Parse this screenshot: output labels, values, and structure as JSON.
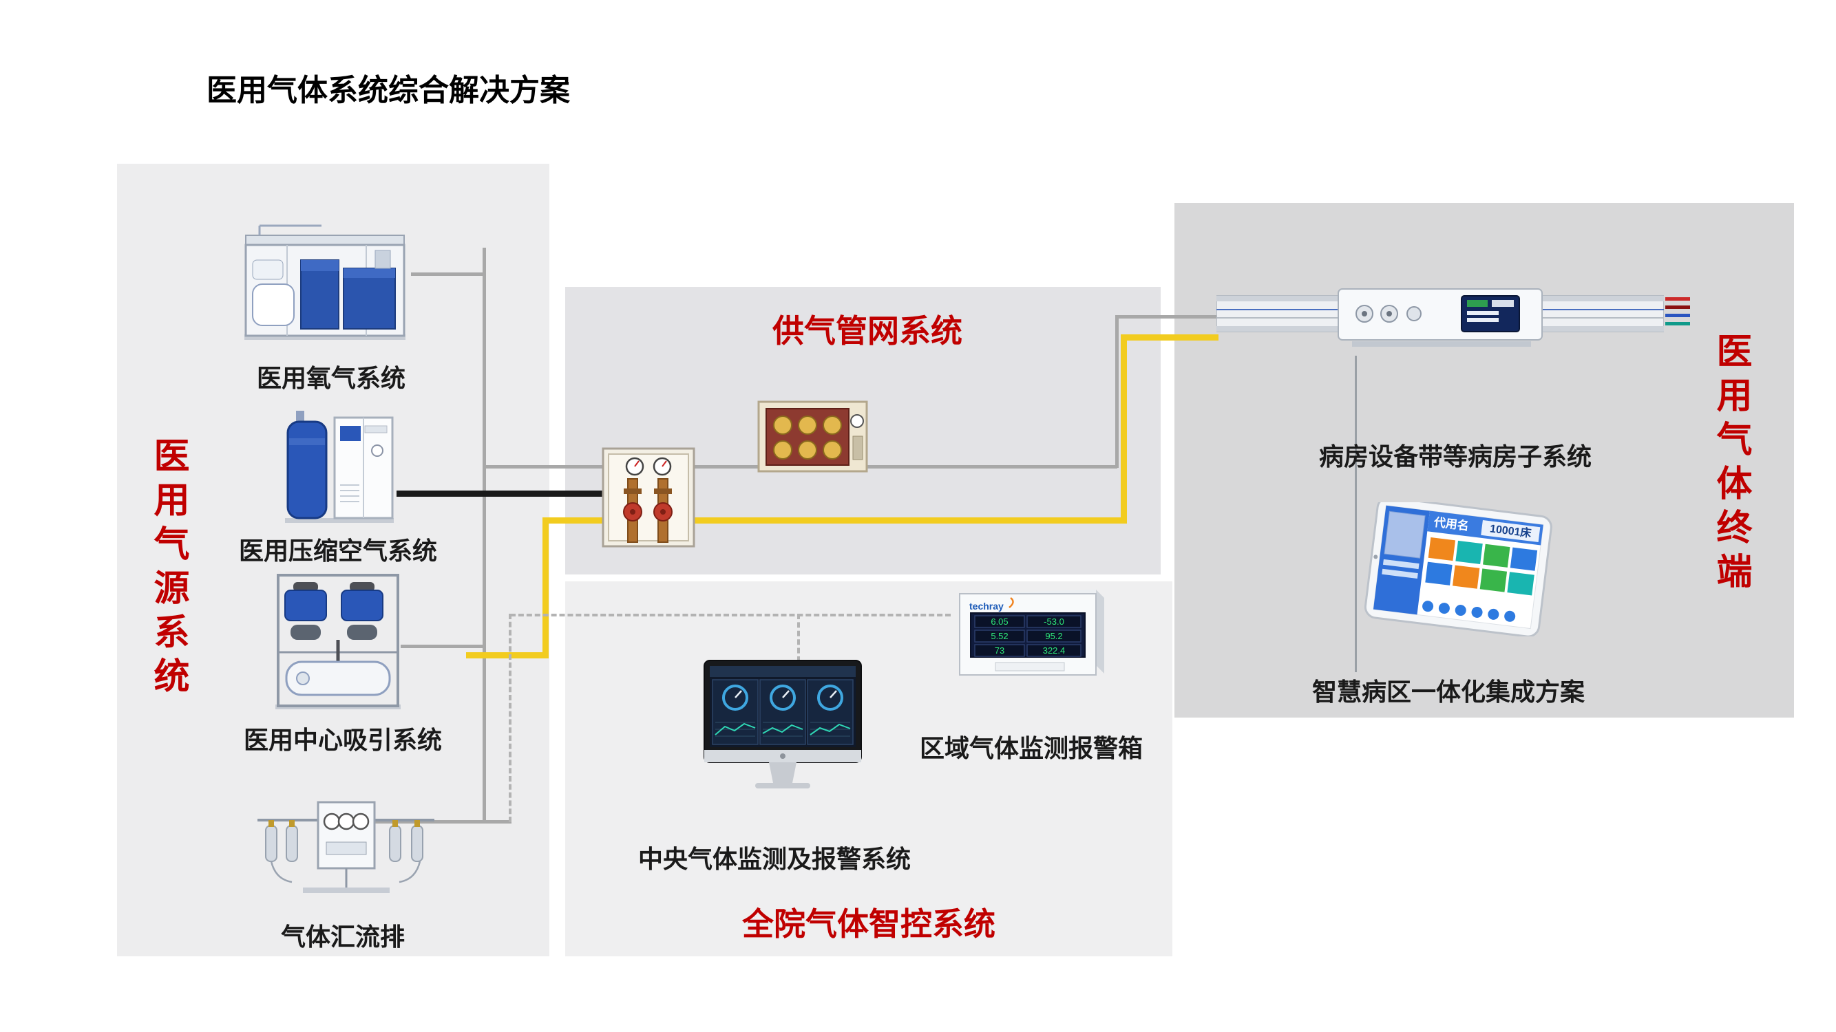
{
  "title": "医用气体系统综合解决方案",
  "panels": {
    "source": {
      "vertical_label": "医用气源系统",
      "items": [
        {
          "label": "医用氧气系统"
        },
        {
          "label": "医用压缩空气系统"
        },
        {
          "label": "医用中心吸引系统"
        },
        {
          "label": "气体汇流排"
        }
      ]
    },
    "pipeline": {
      "title": "供气管网系统"
    },
    "control": {
      "title": "全院气体智控系统",
      "monitor_label": "中央气体监测及报警系统",
      "alarm_label": "区域气体监测报警箱",
      "alarm_brand": "techray",
      "alarm_readings": [
        "6.05",
        "-53.0",
        "5.52",
        "95.2",
        "73",
        "322.4"
      ]
    },
    "terminal": {
      "vertical_label": "医用气体终端",
      "bed_unit_label": "病房设备带等病房子系统",
      "tablet_label": "智慧病区一体化集成方案",
      "tablet_screen": {
        "bed_no": "10001床",
        "patient": "代用名"
      }
    }
  },
  "colors": {
    "accent_red": "#C00000",
    "pipe_yellow": "#F2CC1F",
    "pipe_gray": "#A8A8A8",
    "pipe_black": "#1A1A1A",
    "panel_dark_gray": "#D8D8D9",
    "panel_light_gray": "#EDEDEE"
  }
}
